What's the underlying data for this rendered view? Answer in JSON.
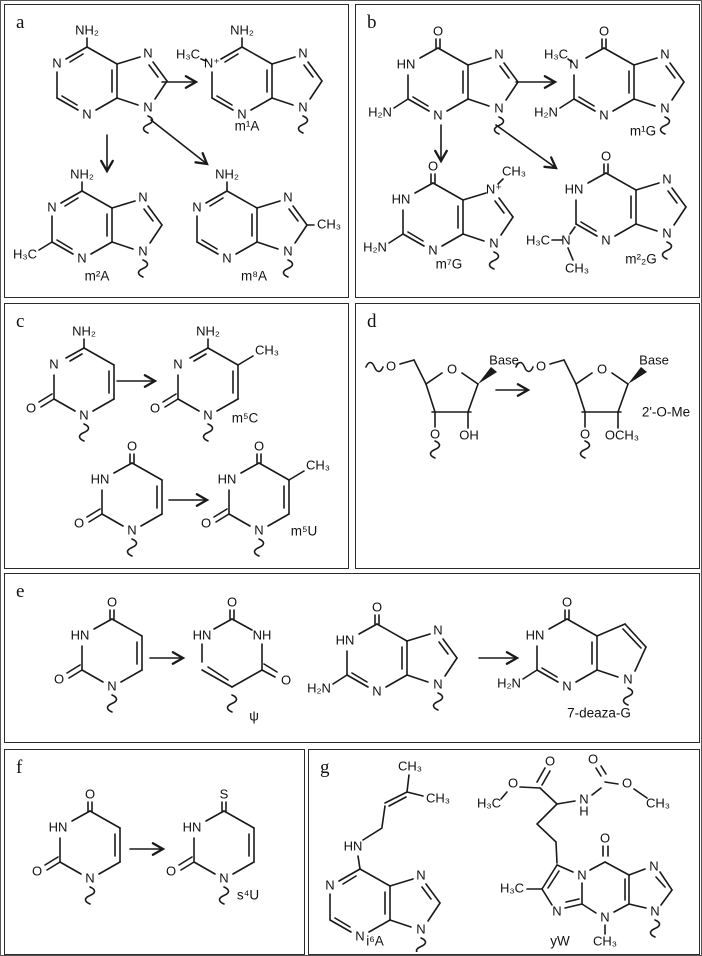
{
  "figure": {
    "background": "#ffffff",
    "line_color": "#1a1a1a"
  },
  "panels": {
    "a": {
      "letter": "a",
      "adenine": {
        "sub": "NH₂",
        "n1": "N",
        "n3": "N",
        "n7": "N",
        "n9": "N"
      },
      "m1a": {
        "sub": "NH₂",
        "methyl": "H₃C",
        "n1": "N⁺",
        "n3": "N",
        "n7": "N",
        "n9": "N",
        "name": "m¹A"
      },
      "m2a": {
        "sub": "NH₂",
        "methyl": "H₃C",
        "n1": "N",
        "n3": "N",
        "n7": "N",
        "n9": "N",
        "name": "m²A"
      },
      "m8a": {
        "sub": "NH₂",
        "methyl": "CH₃",
        "n1": "N",
        "n3": "N",
        "n7": "N",
        "n9": "N",
        "name": "m⁸A"
      }
    },
    "b": {
      "letter": "b",
      "guanine": {
        "sub": "O",
        "n1": "HN",
        "amine": "H₂N",
        "n3": "N",
        "n7": "N",
        "n9": "N"
      },
      "m1g": {
        "sub": "O",
        "methyl": "H₃C",
        "n1": "N",
        "amine": "H₂N",
        "n3": "N",
        "n7": "N",
        "n9": "N",
        "name": "m¹G"
      },
      "m7g": {
        "sub": "O",
        "n1": "HN",
        "amine": "H₂N",
        "n3": "N",
        "n7": "N⁺",
        "methyl": "CH₃",
        "n9": "N",
        "name": "m⁷G"
      },
      "m22g": {
        "sub": "O",
        "n1": "HN",
        "n_amino": "N",
        "methyl_a": "H₃C",
        "methyl_b": "CH₃",
        "n3": "N",
        "n7": "N",
        "n9": "N",
        "name": "m²₂G"
      }
    },
    "c": {
      "letter": "c",
      "cytosine": {
        "sub": "NH₂",
        "n3": "N",
        "oxo2": "O",
        "n1": "N"
      },
      "m5c": {
        "sub": "NH₂",
        "n3": "N",
        "oxo2": "O",
        "n1": "N",
        "methyl": "CH₃",
        "name": "m⁵C"
      },
      "uracil": {
        "oxo4": "O",
        "n3": "HN",
        "oxo2": "O",
        "n1": "N"
      },
      "m5u": {
        "oxo4": "O",
        "n3": "HN",
        "oxo2": "O",
        "n1": "N",
        "methyl": "CH₃",
        "name": "m⁵U"
      }
    },
    "d": {
      "letter": "d",
      "ribose": {
        "o5": "O",
        "o_ring": "O",
        "base": "Base",
        "o3": "O",
        "sub2": "OH"
      },
      "ribose_me": {
        "o5": "O",
        "o_ring": "O",
        "base": "Base",
        "o3": "O",
        "sub2": "OCH₃",
        "name": "2'-O-Me"
      }
    },
    "e": {
      "letter": "e",
      "uracil": {
        "oxo4": "O",
        "n3": "HN",
        "oxo2": "O",
        "n1": "N"
      },
      "psi": {
        "oxo2": "O",
        "n1": "HN",
        "n3": "NH",
        "oxo4": "O",
        "name": "ψ"
      },
      "guanine": {
        "sub": "O",
        "n1": "HN",
        "amine": "H₂N",
        "n3": "N",
        "n7": "N",
        "n9": "N"
      },
      "deaza_g": {
        "sub": "O",
        "n1": "HN",
        "amine": "H₂N",
        "n3": "N",
        "n9": "N",
        "name": "7-deaza-G"
      }
    },
    "f": {
      "letter": "f",
      "uracil": {
        "oxo4": "O",
        "n3": "HN",
        "oxo2": "O",
        "n1": "N"
      },
      "s4u": {
        "sub": "S",
        "n3": "HN",
        "oxo2": "O",
        "n1": "N",
        "name": "s⁴U"
      }
    },
    "g": {
      "letter": "g",
      "i6a": {
        "methyl_top": "CH₃",
        "methyl_right": "CH₃",
        "hn": "HN",
        "n1": "N",
        "n3": "N",
        "n7": "N",
        "n9": "N",
        "name": "i⁶A"
      },
      "yw": {
        "ester_methyl": "H₃C",
        "ester_o": "O",
        "ester_oxo": "O",
        "amide_n": "N",
        "amide_h": "H",
        "carbamate_oxo": "O",
        "carbamate_o": "O",
        "carbamate_methyl": "CH₃",
        "ring_methyl": "H₃C",
        "n_top": "N",
        "oxo": "O",
        "n_left": "N",
        "n_bottom": "N",
        "n_methyl": "CH₃",
        "n7": "N",
        "n9": "N",
        "name": "yW"
      }
    }
  }
}
